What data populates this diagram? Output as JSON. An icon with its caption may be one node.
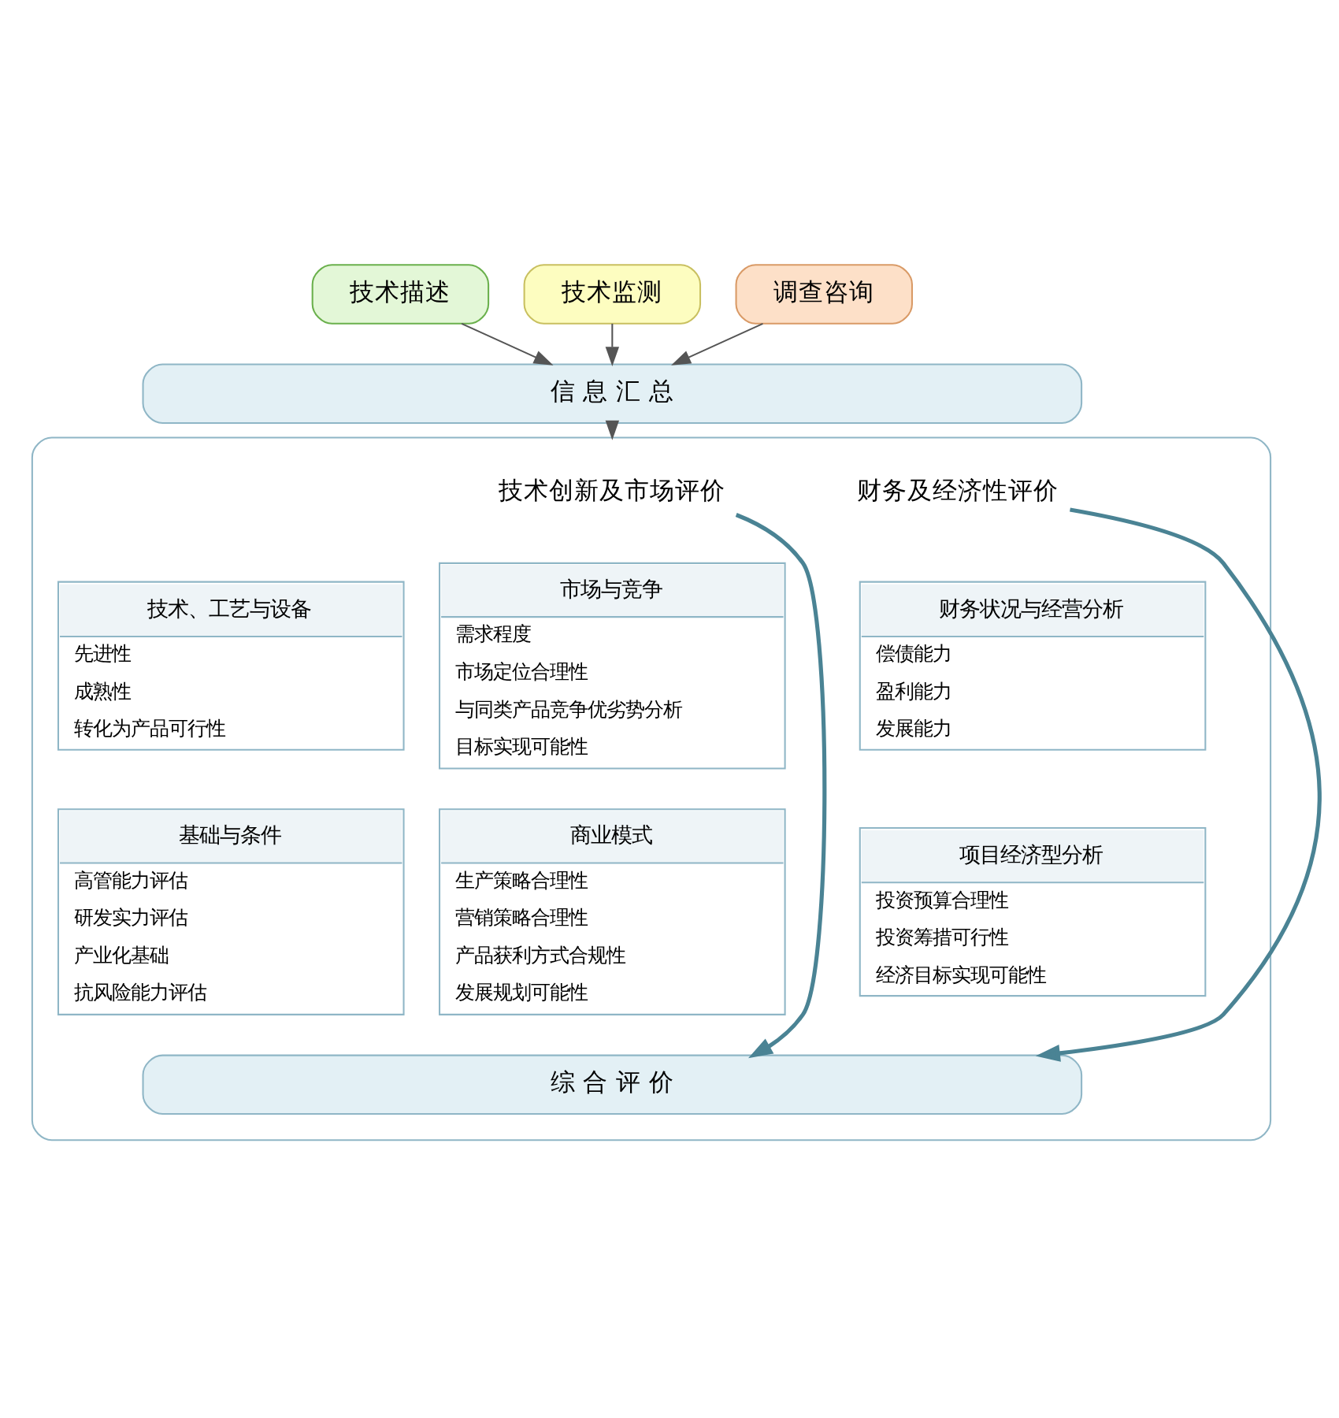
{
  "diagram": {
    "nodes": [
      {
        "text": [
          "技术描述"
        ]
      },
      {
        "text": [
          "技术监测"
        ]
      },
      {
        "text": [
          "调查咨询"
        ]
      },
      {
        "text": [
          "信 息 汇 总"
        ]
      },
      {
        "text": [],
        "shape": "box"
      },
      {
        "text": [
          "技术创新及市场评价"
        ],
        "in": 4
      },
      {
        "text": [
          "财务及经济性评价"
        ],
        "in": 4
      },
      {
        "text": [
          "技术、工艺与设备",
          "先进性",
          "成熟性",
          "转化为产品可行性"
        ],
        "in": 4
      },
      {
        "text": [
          "市场与竞争",
          "需求程度",
          "市场定位合理性",
          "与同类产品竞争优劣势分析",
          "目标实现可能性"
        ],
        "in": 4
      },
      {
        "text": [
          "财务状况与经营分析",
          "偿债能力",
          "盈利能力",
          "发展能力"
        ],
        "in": 4
      },
      {
        "text": [
          "基础与条件",
          "高管能力评估",
          "研发实力评估",
          "产业化基础",
          "抗风险能力评估"
        ],
        "in": 4
      },
      {
        "text": [
          "商业模式",
          "生产策略合理性",
          "营销策略合理性",
          "产品获利方式合规性",
          "发展规划可能性"
        ],
        "in": 4
      },
      {
        "text": [
          "项目经济型分析",
          "投资预算合理性",
          "投资筹措可行性",
          "经济目标实现可能性"
        ],
        "in": 4
      },
      {
        "text": [
          "综 合 评 价"
        ],
        "in": 4
      }
    ],
    "edges": [
      {
        "from": 0,
        "to": 3,
        "arrow": "to"
      },
      {
        "from": 1,
        "to": 3,
        "arrow": "to"
      },
      {
        "from": 2,
        "to": 3,
        "arrow": "to"
      },
      {
        "from": 3,
        "to": 4,
        "arrow": "to"
      },
      {
        "from": 5,
        "to": 13,
        "arrow": "to",
        "style": "thick",
        "color": "#4a8394"
      },
      {
        "from": 6,
        "to": 13,
        "arrow": "to",
        "style": "thick",
        "color": "#4a8394"
      }
    ]
  }
}
